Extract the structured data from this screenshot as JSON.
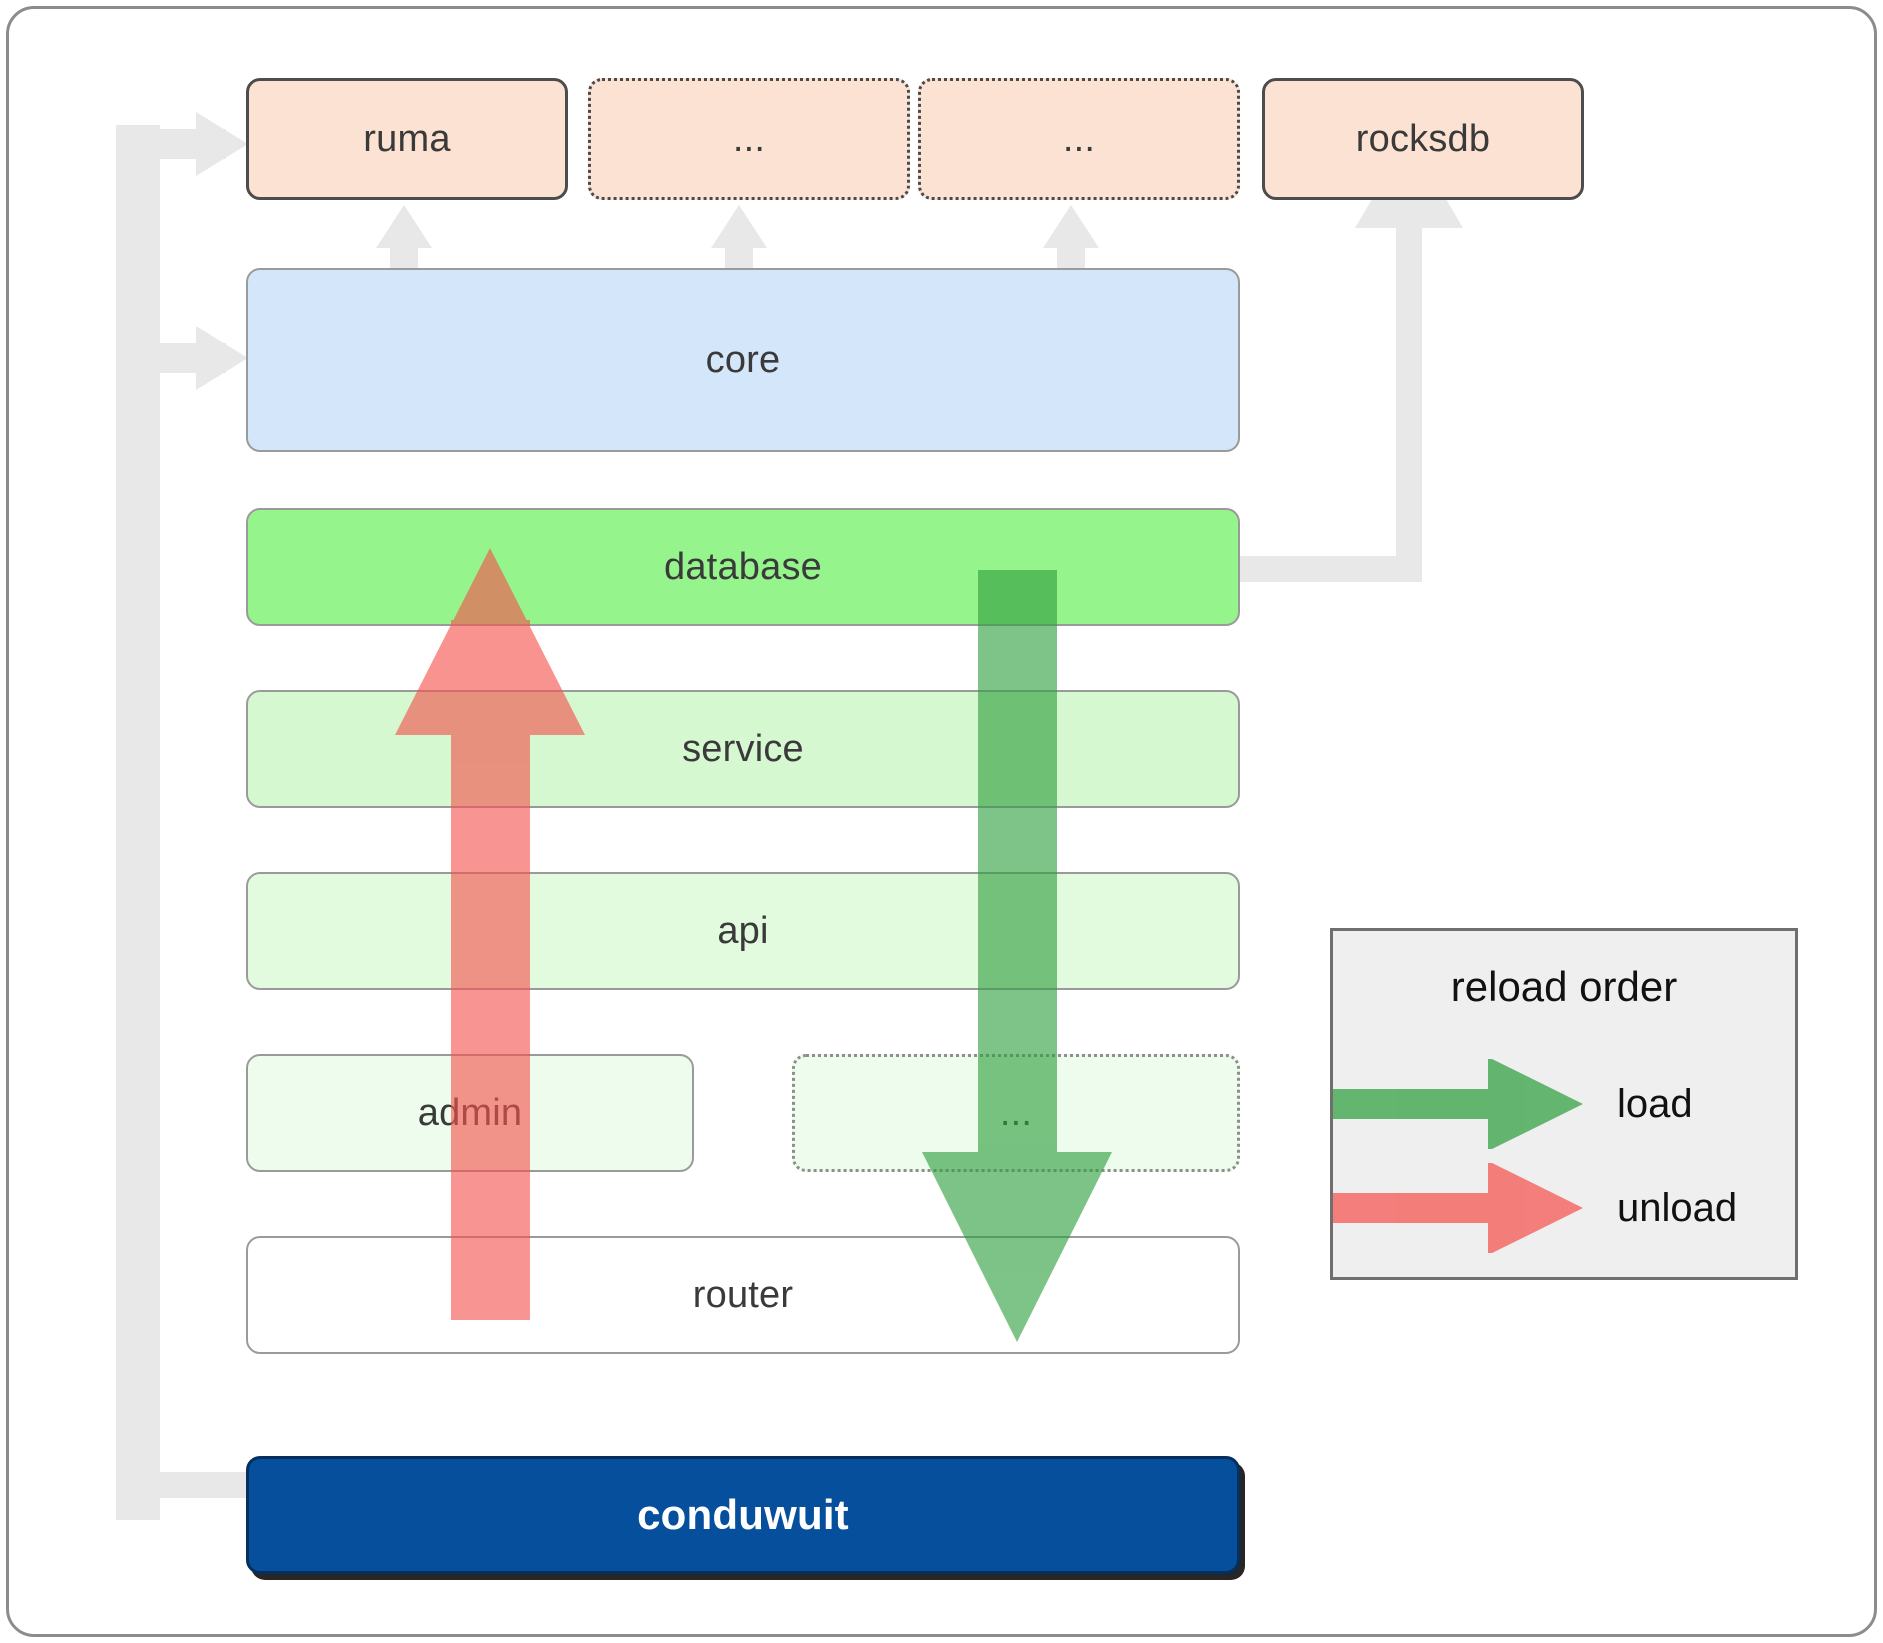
{
  "diagram": {
    "title": "conduwuit crate dependency / reload order diagram",
    "colors": {
      "peach": "#fce2d2",
      "blue": "#d4e6fa",
      "green_database": "#95f58c",
      "green_service": "#d5f8d0",
      "green_api": "#e2fade",
      "green_admin": "#eefced",
      "router_white": "#ffffff",
      "navy": "#064f9c",
      "connector_gray": "#e8e8e8",
      "load_green": "#4caf50",
      "unload_red": "#f87171",
      "frame_border": "#8c8c8c"
    },
    "external_row": [
      {
        "id": "ruma",
        "label": "ruma",
        "style": "solid"
      },
      {
        "id": "ext-1",
        "label": "...",
        "style": "dotted"
      },
      {
        "id": "ext-2",
        "label": "...",
        "style": "dotted"
      },
      {
        "id": "rocksdb",
        "label": "rocksdb",
        "style": "solid"
      }
    ],
    "stack": [
      {
        "id": "core",
        "label": "core"
      },
      {
        "id": "database",
        "label": "database"
      },
      {
        "id": "service",
        "label": "service"
      },
      {
        "id": "api",
        "label": "api"
      },
      {
        "id": "admin",
        "label": "admin"
      },
      {
        "id": "admin-ext",
        "label": "..."
      },
      {
        "id": "router",
        "label": "router"
      }
    ],
    "binary": {
      "id": "conduwuit",
      "label": "conduwuit"
    },
    "legend": {
      "title": "reload order",
      "items": [
        {
          "id": "load",
          "label": "load",
          "color": "#4caf50"
        },
        {
          "id": "unload",
          "label": "unload",
          "color": "#f87171"
        }
      ]
    },
    "flow_arrows": [
      {
        "id": "load-arrow",
        "direction": "down",
        "meaning": "load"
      },
      {
        "id": "unload-arrow",
        "direction": "up",
        "meaning": "unload"
      }
    ]
  }
}
